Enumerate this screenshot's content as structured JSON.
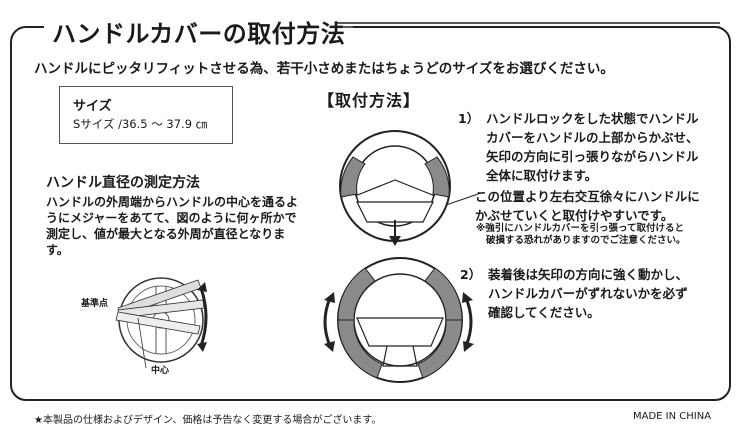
{
  "header": {
    "title": "ハンドルカバーの取付方法",
    "subtitle": "ハンドルにピッタリフィットさせる為、若干小さめまたはちょうどのサイズをお選びください。"
  },
  "size_box": {
    "label": "サイズ",
    "value": "Sサイズ /36.5 ～ 37.9 ㎝"
  },
  "measure": {
    "title": "ハンドル直径の測定方法",
    "description": "ハンドルの外周端からハンドルの中心を通るようにメジャーをあてて、図のように何ヶ所かで測定し、値が最大となる外周が直径となります。",
    "label_base": "基準点",
    "label_center": "中心"
  },
  "install": {
    "heading": "【取付方法】",
    "step1_num": "1）",
    "step1_lines": [
      "ハンドルロックをした状態でハンドル",
      "カバーをハンドルの上部からかぶせ、",
      "矢印の方向に引っ張りながらハンドル",
      "全体に取付けます。"
    ],
    "middle_lines": [
      "この位置より左右交互徐々にハンドルに",
      "かぶせていくと取付けやすいです。"
    ],
    "note_lines": [
      "※強引にハンドルカバーを引っ張って取付けると",
      "破損する恐れがありますのでご注意ください。"
    ],
    "step2_num": "2）",
    "step2_lines": [
      "装着後は矢印の方向に強く動かし、",
      "ハンドルカバーがずれないかを必ず",
      "確認してください。"
    ]
  },
  "footer": {
    "disclaimer": "★本製品の仕様およびデザイン、価格は予告なく変更する場合がございます。",
    "origin": "MADE IN CHINA"
  },
  "colors": {
    "text": "#1a1a1a",
    "cover_gray": "#8a8a8a",
    "line": "#222222"
  }
}
